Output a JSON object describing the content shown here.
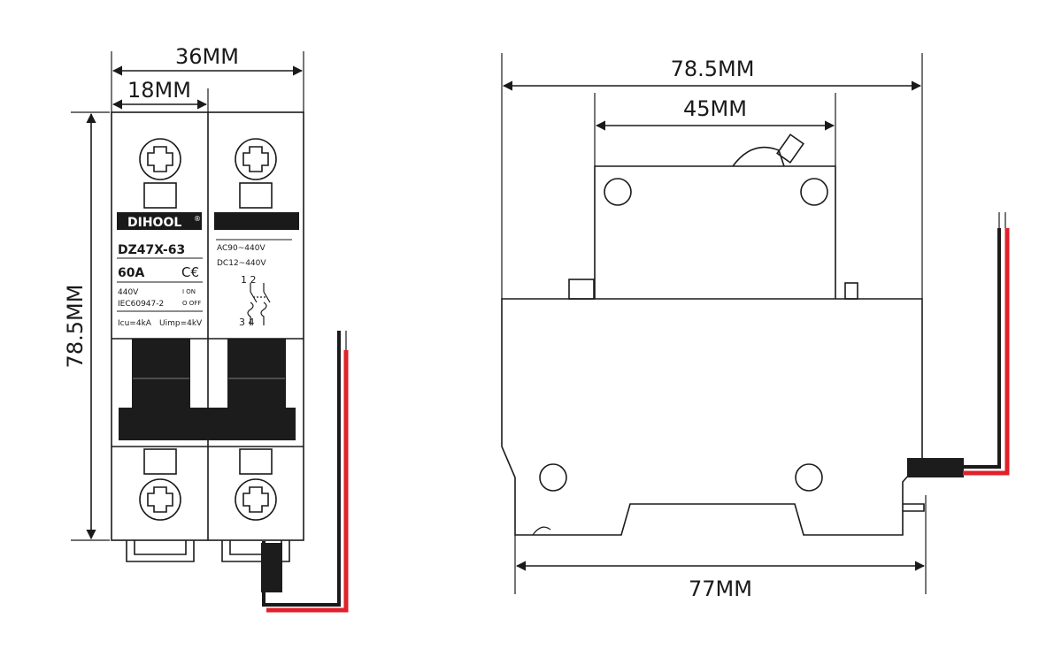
{
  "front_view": {
    "dims": {
      "total_width": "36MM",
      "pole_width": "18MM",
      "height": "78.5MM"
    },
    "label_left": {
      "brand": "DIHOOL",
      "brand_mark": "®",
      "model": "DZ47X-63",
      "current": "60A",
      "ce_mark": "C€",
      "voltage": "440V",
      "standard": "IEC60947-2",
      "on_text": "I ON",
      "off_text": "O OFF",
      "icu": "Icu=4kA",
      "uimp": "Uimp=4kV"
    },
    "label_right": {
      "ac": "AC90~440V",
      "dc": "DC12~440V",
      "top_terminals": "1 2",
      "bottom_terminals": "3 4"
    }
  },
  "side_view": {
    "dims": {
      "total_height": "78.5MM",
      "top_width": "45MM",
      "base_width": "77MM"
    }
  },
  "colors": {
    "line": "#1a1a1a",
    "wire_red": "#e0202a",
    "wire_black": "#1a1a1a",
    "handle": "#1c1c1c"
  }
}
